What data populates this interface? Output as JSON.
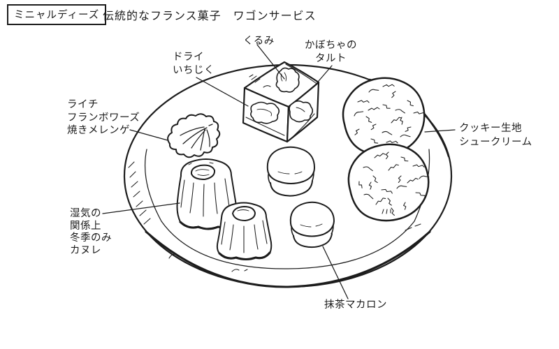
{
  "header": {
    "badge": "ミニャルディーズ",
    "title": "伝統的なフランス菓子　ワゴンサービス"
  },
  "annotations": {
    "walnut": {
      "lines": [
        "くるみ"
      ]
    },
    "pumpkin_tart": {
      "lines": [
        "かぼちゃの",
        "タルト"
      ]
    },
    "dried_fig": {
      "lines": [
        "ドライ",
        "いちじく"
      ]
    },
    "lychee_meringue": {
      "lines": [
        "ライチ",
        "フランボワーズ",
        "焼きメレンゲ"
      ]
    },
    "cookie_cream_puff": {
      "lines": [
        "クッキー生地",
        "シュークリーム"
      ]
    },
    "canele": {
      "lines": [
        "湿気の",
        "関係上",
        "冬季のみ",
        "カヌレ"
      ]
    },
    "matcha_macaron": {
      "lines": [
        "抹茶マカロン"
      ]
    }
  },
  "colors": {
    "ink": "#1c1c1c",
    "paper": "#ffffff"
  }
}
